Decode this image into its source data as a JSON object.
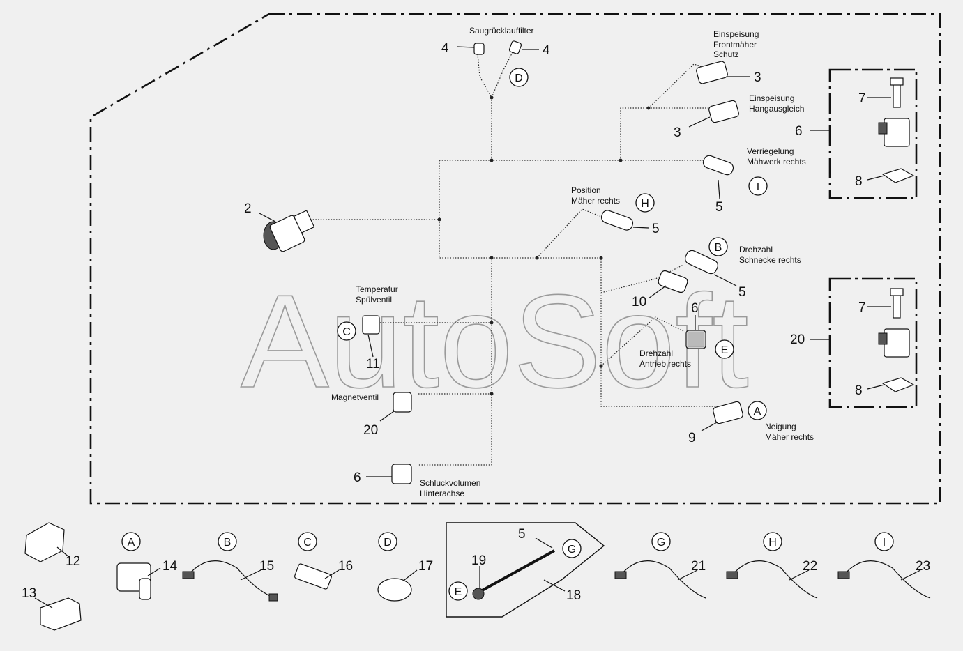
{
  "watermark": "AutoSoft",
  "labels": {
    "saugruecklauffilter": "Saugrücklauffilter",
    "einspeisung_front_1": "Einspeisung",
    "einspeisung_front_2": "Frontmäher",
    "einspeisung_front_3": "Schutz",
    "einspeisung_hang_1": "Einspeisung",
    "einspeisung_hang_2": "Hangausgleich",
    "verriegelung_1": "Verriegelung",
    "verriegelung_2": "Mähwerk rechts",
    "position_1": "Position",
    "position_2": "Mäher rechts",
    "drehzahl_schnecke_1": "Drehzahl",
    "drehzahl_schnecke_2": "Schnecke rechts",
    "temperatur_1": "Temperatur",
    "temperatur_2": "Spülventil",
    "drehzahl_antrieb_1": "Drehzahl",
    "drehzahl_antrieb_2": "Antrieb rechts",
    "magnetventil": "Magnetventil",
    "neigung_1": "Neigung",
    "neigung_2": "Mäher rechts",
    "schluckvolumen_1": "Schluckvolumen",
    "schluckvolumen_2": "Hinterachse"
  },
  "callouts": {
    "c4a": "4",
    "c4b": "4",
    "c3a": "3",
    "c3b": "3",
    "c5a": "5",
    "c5b": "5",
    "c5c": "5",
    "c2": "2",
    "c7a": "7",
    "c6a": "6",
    "c8a": "8",
    "c7b": "7",
    "c20a": "20",
    "c8b": "8",
    "c10": "10",
    "c6b": "6",
    "c11": "11",
    "c20b": "20",
    "c9": "9",
    "c6c": "6",
    "c12": "12",
    "c13": "13",
    "c14": "14",
    "c15": "15",
    "c16": "16",
    "c17": "17",
    "c5d": "5",
    "c19": "19",
    "c18": "18",
    "c21": "21",
    "c22": "22",
    "c23": "23"
  },
  "letters": {
    "d_top": "D",
    "i_top": "I",
    "h_top": "H",
    "b_top": "B",
    "c_top": "C",
    "e_top": "E",
    "a_top": "A",
    "a_bot": "A",
    "b_bot": "B",
    "c_bot": "C",
    "d_bot": "D",
    "g_box": "G",
    "e_box": "E",
    "g_bot": "G",
    "h_bot": "H",
    "i_bot": "I"
  }
}
